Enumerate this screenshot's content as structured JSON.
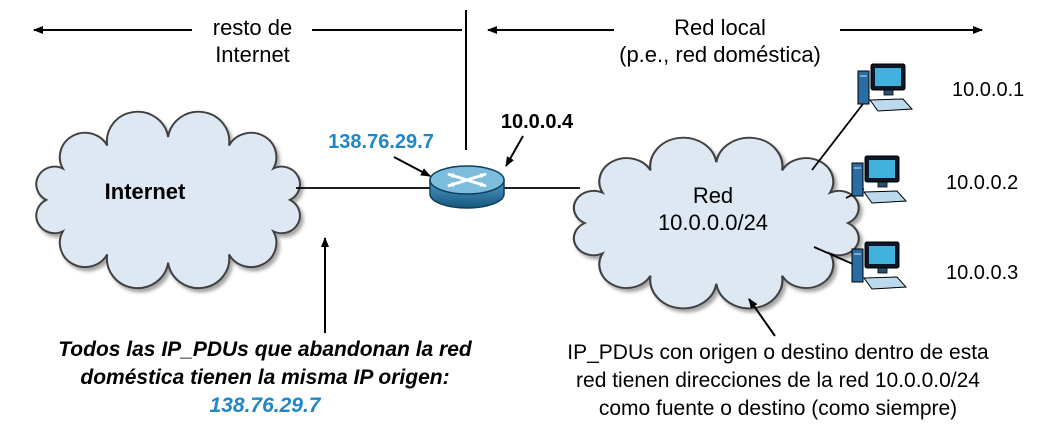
{
  "colors": {
    "accent_blue": "#1f86c8",
    "cloud_fill": "#dde8f3",
    "cloud_stroke": "#3f3f3f",
    "router_blue": "#7cbcdc"
  },
  "top_bar": {
    "left_zone": {
      "line1": "resto de",
      "line2": "Internet"
    },
    "right_zone": {
      "line1": "Red local",
      "line2": "(p.e., red doméstica)"
    }
  },
  "internet_cloud": {
    "label": "Internet"
  },
  "router": {
    "wan_ip": "138.76.29.7",
    "lan_ip": "10.0.0.4"
  },
  "local_cloud": {
    "name": "Red",
    "subnet": "10.0.0.0/24"
  },
  "hosts": [
    {
      "ip": "10.0.0.1"
    },
    {
      "ip": "10.0.0.2"
    },
    {
      "ip": "10.0.0.3"
    }
  ],
  "note_left": {
    "line1": "Todos las IP_PDUs que abandonan la red",
    "line2": "doméstica tienen la misma IP origen:",
    "ip": "138.76.29.7"
  },
  "note_right": {
    "line1": "IP_PDUs con origen o destino dentro de esta",
    "line2": "red tienen direcciones de la red 10.0.0.0/24",
    "line3": "como fuente o destino (como siempre)"
  }
}
